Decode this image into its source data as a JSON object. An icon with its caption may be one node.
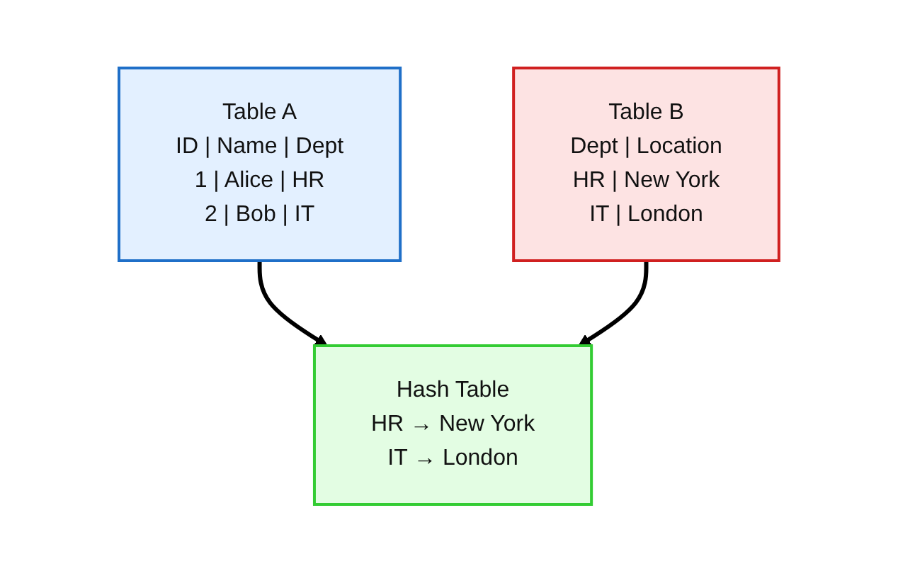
{
  "diagram": {
    "nodes": [
      {
        "text": [
          "Table A",
          "ID | Name | Dept",
          "1 | Alice | HR",
          "2 | Bob | IT"
        ]
      },
      {
        "text": [
          "Table B",
          "Dept | Location",
          "HR | New York",
          "IT | London"
        ]
      },
      {
        "text": [
          "Hash Table",
          "HR → New York",
          "IT → London"
        ]
      }
    ],
    "edges": [
      {
        "from": 0,
        "to": 2,
        "arrow": "to"
      },
      {
        "from": 1,
        "to": 2,
        "arrow": "to"
      }
    ]
  }
}
